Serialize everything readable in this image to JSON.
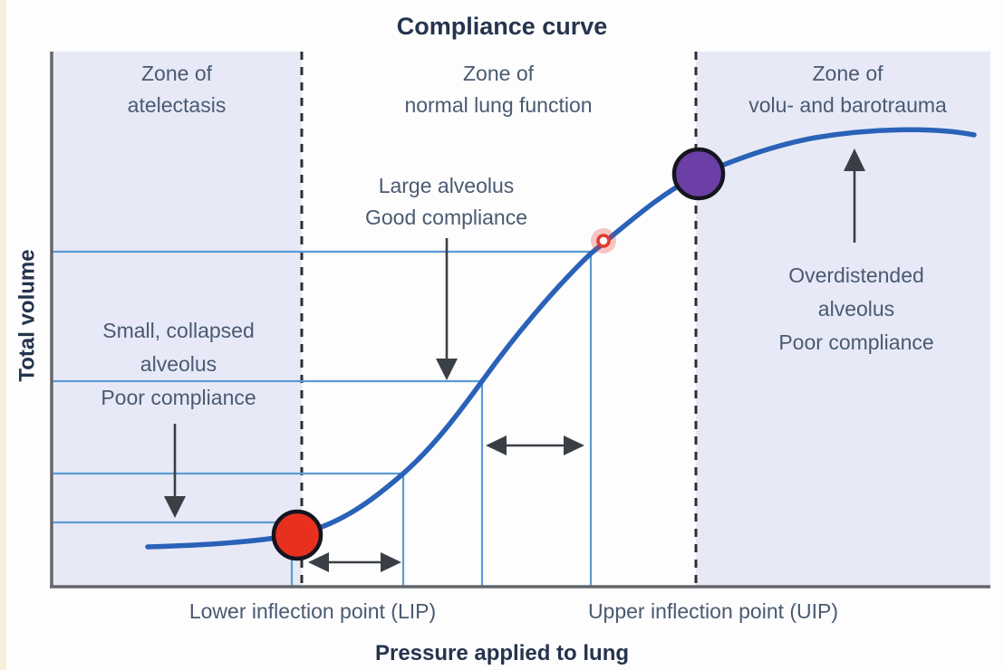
{
  "title": "Compliance curve",
  "colors": {
    "zone-fill": "#e7eaf6",
    "edge-cream": "#f7efd9",
    "curve-blue": "#2a62b8",
    "ref-blue": "#5b9bd5",
    "dash-color": "#2e2e2e",
    "axis-gray": "#64666a",
    "arrow-dark": "#3a3f46",
    "marker-red": "#e8301f",
    "marker-purple": "#6b3fa5",
    "marker-outline": "#15151f",
    "ring-red": "#e23b2e",
    "text-navy": "#25344e",
    "text-slate": "#4a5a72"
  },
  "axes": {
    "x_label": "Pressure applied to lung",
    "y_label": "Total volume"
  },
  "zones": [
    {
      "name": "atelectasis",
      "label": "Zone of\natelectasis"
    },
    {
      "name": "normal-lung-function",
      "label": "Zone of\nnormal lung function"
    },
    {
      "name": "volu-barotrauma",
      "label": "Zone of\nvolu- and barotrauma"
    }
  ],
  "annotations": {
    "large_alveolus": "Large alveolus\nGood compliance",
    "small_alveolus": "Small, collapsed\nalveolus\nPoor compliance",
    "overdistended": "Overdistended\nalveolus\nPoor compliance",
    "lip": "Lower inflection point (LIP)",
    "uip": "Upper inflection point (UIP)"
  },
  "markers": {
    "red_dot": {
      "color": "#e8301f",
      "location": "on curve at lower inflection point"
    },
    "purple_dot": {
      "color": "#6b3fa5",
      "location": "on curve at border of volu- and barotrauma zone"
    },
    "click_ring": {
      "color": "#e23b2e",
      "location": "on curve at upper inflection point"
    }
  },
  "chart_data": {
    "type": "line",
    "title": "Compliance curve",
    "xlabel": "Pressure applied to lung",
    "ylabel": "Total volume",
    "axis_note": "qualitative axes, no numeric tick labels; values normalized 0-100",
    "xlim": [
      0,
      100
    ],
    "ylim": [
      0,
      100
    ],
    "grid": false,
    "legend": false,
    "series": [
      {
        "name": "compliance curve",
        "x": [
          10.2,
          17.7,
          23.5,
          26.2,
          32.1,
          37.5,
          41.8,
          45.8,
          51.4,
          57.4,
          62.1,
          68.9,
          74.6,
          81.4,
          88.1,
          93.9,
          98.1
        ],
        "y": [
          7.4,
          8.0,
          9.1,
          9.8,
          14.0,
          21.1,
          28.4,
          38.4,
          51.3,
          62.3,
          69.5,
          77.0,
          81.2,
          83.8,
          85.1,
          85.6,
          84.8
        ]
      }
    ],
    "key_points": [
      {
        "label": "Lower inflection point (LIP)",
        "x": 26.2,
        "y": 9.8
      },
      {
        "label": "Upper inflection point (UIP)",
        "x": 57.4,
        "y": 62.3
      }
    ],
    "reference_lines": [
      {
        "pressure": 57.4,
        "volume": 62.3
      },
      {
        "pressure": 45.8,
        "volume": 38.4
      },
      {
        "pressure": 37.5,
        "volume": 21.1
      },
      {
        "pressure": 25.4,
        "volume": 12.0
      }
    ],
    "zones": [
      {
        "label": "Zone of atelectasis",
        "x_range": [
          0,
          26.6
        ],
        "shaded": true
      },
      {
        "label": "Zone of normal lung function",
        "x_range": [
          26.6,
          68.6
        ],
        "shaded": false
      },
      {
        "label": "Zone of volu- and barotrauma",
        "x_range": [
          68.6,
          100
        ],
        "shaded": true
      }
    ]
  }
}
